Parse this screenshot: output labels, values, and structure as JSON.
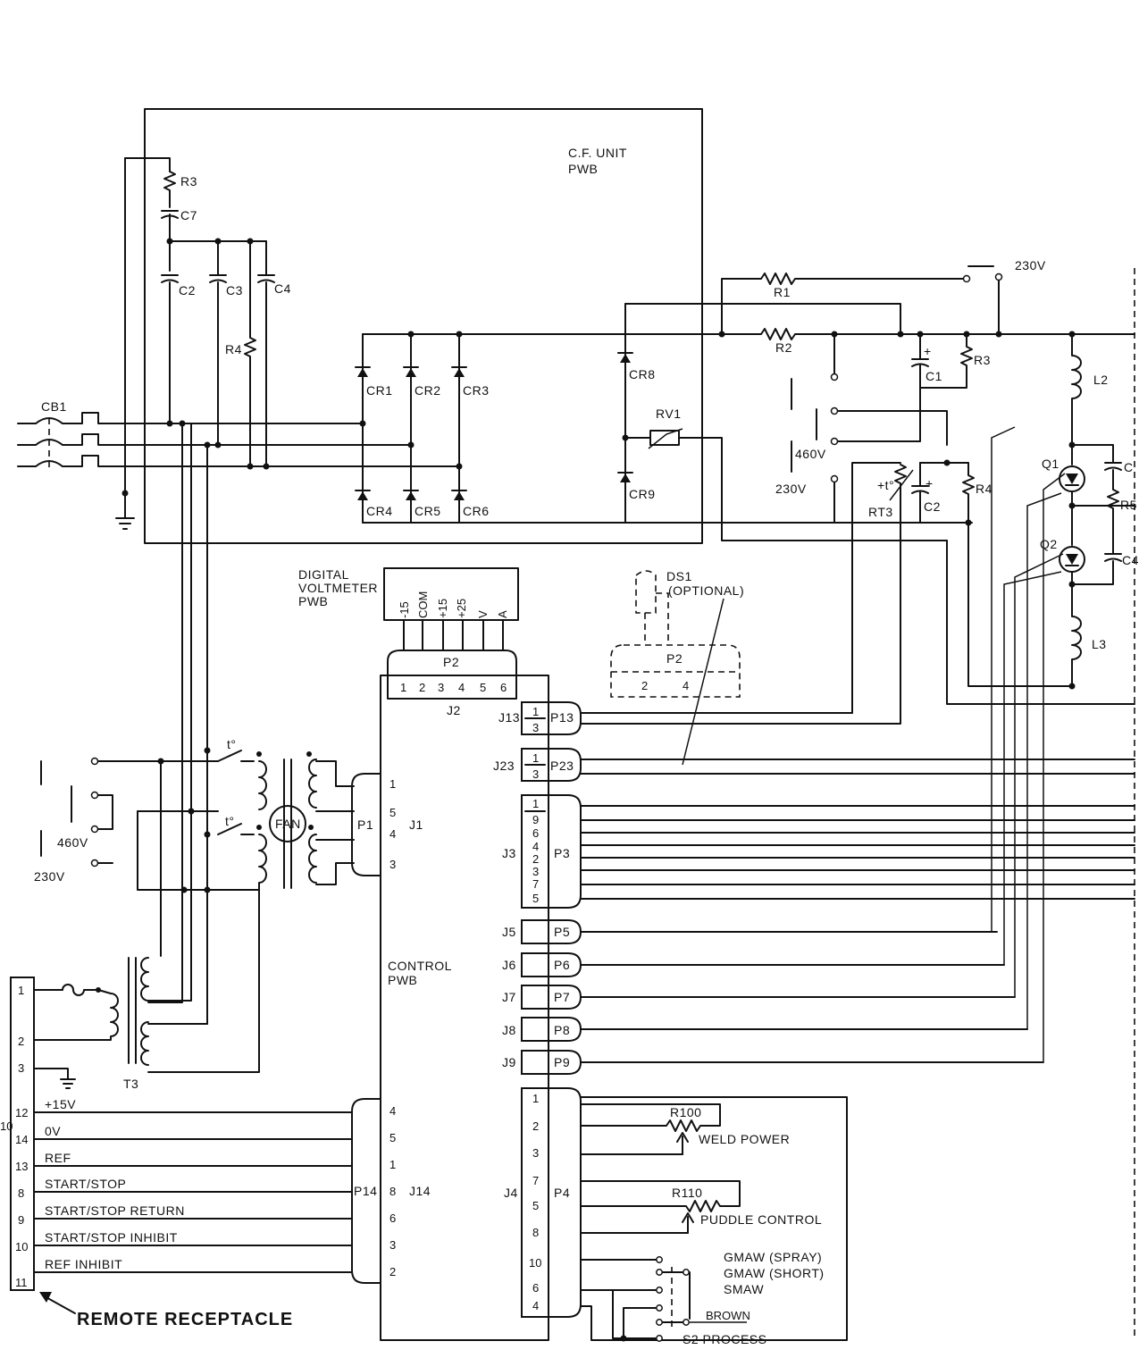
{
  "cf_unit": {
    "title_1": "C.F. UNIT",
    "title_2": "PWB"
  },
  "top_left": {
    "r3": "R3",
    "c7": "C7",
    "c2": "C2",
    "c3": "C3",
    "c4": "C4",
    "r4": "R4",
    "cb1": "CB1"
  },
  "diodes": [
    "CR1",
    "CR2",
    "CR3",
    "CR4",
    "CR5",
    "CR6",
    "CR8",
    "CR9"
  ],
  "rv1": "RV1",
  "right_section": {
    "r1": "R1",
    "r2": "R2",
    "r3": "R3",
    "r4": "R4",
    "c1": "C1",
    "c2": "C2",
    "l2": "L2",
    "l3": "L3",
    "q1": "Q1",
    "q2": "Q2",
    "r5": "R5",
    "c_top": "C",
    "c_bot": "C4",
    "rt3": "RT3",
    "rt3_sym": "+t°",
    "plus": "+",
    "v230_top": "230V",
    "v460": "460V",
    "v230": "230V"
  },
  "dvm": {
    "title_1": "DIGITAL",
    "title_2": "VOLTMETER",
    "title_3": "PWB",
    "pins": [
      "-15",
      "COM",
      "+15",
      "+25",
      "V",
      "A"
    ],
    "p2": "P2",
    "j2": "J2",
    "j2_pins": [
      "1",
      "2",
      "3",
      "4",
      "5",
      "6"
    ]
  },
  "ds1": {
    "label_1": "DS1",
    "label_2": "(OPTIONAL)",
    "p2": "P2",
    "pins": [
      "2",
      "4"
    ]
  },
  "connectors": {
    "j13": "J13",
    "p13": "P13",
    "j13_pins": [
      "1",
      "3"
    ],
    "j23": "J23",
    "p23": "P23",
    "j23_pins": [
      "1",
      "3"
    ],
    "j3": "J3",
    "p3": "P3",
    "j3_pins": [
      "1",
      "9",
      "6",
      "4",
      "2",
      "3",
      "7",
      "5"
    ],
    "j5": "J5",
    "p5": "P5",
    "j6": "J6",
    "p6": "P6",
    "j7": "J7",
    "p7": "P7",
    "j8": "J8",
    "p8": "P8",
    "j9": "J9",
    "p9": "P9",
    "j4": "J4",
    "p4": "P4",
    "j4_pins": [
      "1",
      "2",
      "3",
      "7",
      "5",
      "8",
      "10",
      "6",
      "4"
    ]
  },
  "control": {
    "title_1": "CONTROL",
    "title_2": "PWB"
  },
  "fan_section": {
    "fan": "FAN",
    "p1": "P1",
    "j1": "J1",
    "j1_pins": [
      "1",
      "5",
      "4",
      "3"
    ],
    "v460": "460V",
    "v230": "230V",
    "t1": "t°",
    "t2": "t°",
    "t3": "T3"
  },
  "j14": {
    "p14": "P14",
    "j14": "J14",
    "pins": [
      "4",
      "5",
      "1",
      "8",
      "6",
      "3",
      "2"
    ]
  },
  "remote": {
    "pins": [
      "1",
      "2",
      "3",
      "12",
      "14",
      "13",
      "8",
      "9",
      "10",
      "11"
    ],
    "signals": [
      "+15V",
      "0V",
      "REF",
      "START/STOP",
      "START/STOP RETURN",
      "START/STOP INHIBIT",
      "REF INHIBIT"
    ],
    "edge_label": "10",
    "caption": "REMOTE RECEPTACLE"
  },
  "controls": {
    "r100": "R100",
    "weld_power": "WELD POWER",
    "r110": "R110",
    "puddle_control": "PUDDLE CONTROL",
    "gmaw_spray": "GMAW (SPRAY)",
    "gmaw_short": "GMAW (SHORT)",
    "smaw": "SMAW",
    "brown": "BROWN",
    "s2": "S2 PROCESS"
  }
}
